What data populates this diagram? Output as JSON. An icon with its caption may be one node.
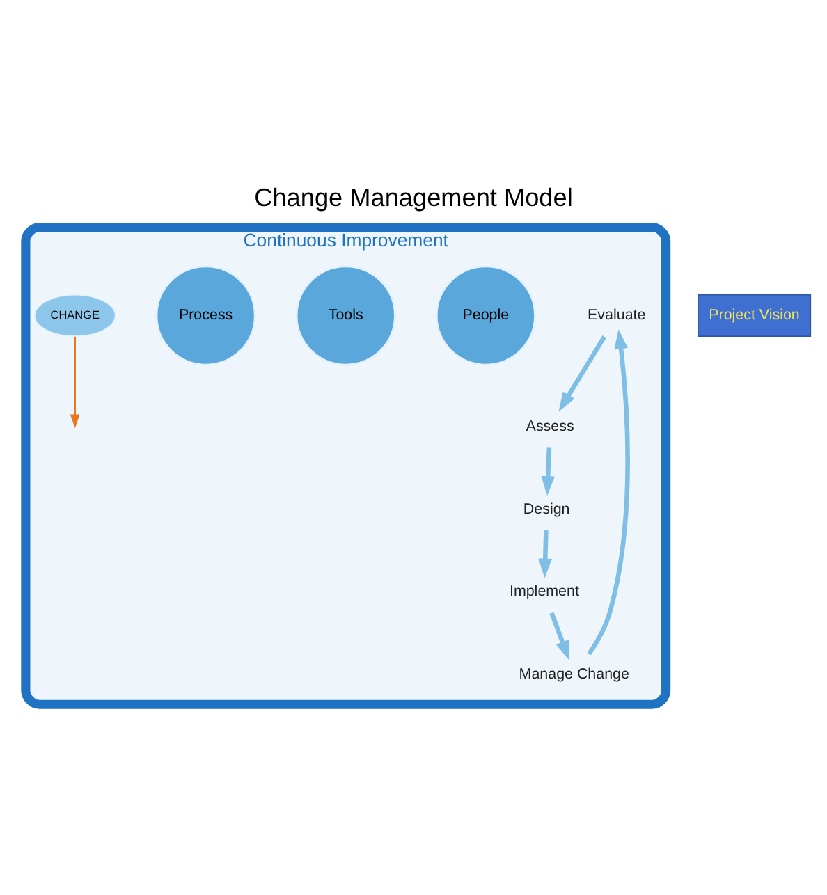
{
  "diagram": {
    "title": "Change Management Model",
    "nodes": [
      {
        "text": [
          "Continuous Improvement"
        ]
      },
      {
        "text": [
          "Evaluate"
        ],
        "in": 0
      },
      {
        "text": [
          "Assess"
        ],
        "in": 0
      },
      {
        "text": [
          "Design"
        ],
        "in": 0
      },
      {
        "text": [
          "Implement"
        ],
        "in": 0
      },
      {
        "text": [
          "Manage Change"
        ],
        "in": 0
      },
      {
        "text": [
          "People"
        ],
        "in": 0
      },
      {
        "text": [
          "Tools"
        ],
        "in": 0
      },
      {
        "text": [
          "Process"
        ],
        "in": 0
      },
      {
        "text": [
          "CHANGE"
        ],
        "in": 0
      },
      {
        "text": [
          "Project Vision"
        ]
      }
    ],
    "edges": [
      {
        "from": 1,
        "to": 2,
        "arrow": "to"
      },
      {
        "from": 2,
        "to": 3,
        "arrow": "to"
      },
      {
        "from": 3,
        "to": 4,
        "arrow": "to"
      },
      {
        "from": 4,
        "to": 5,
        "arrow": "to"
      },
      {
        "from": 5,
        "to": 1,
        "arrow": "to"
      },
      {
        "from": 9,
        "to": null,
        "arrow": "to",
        "color": "#e87722"
      }
    ]
  }
}
